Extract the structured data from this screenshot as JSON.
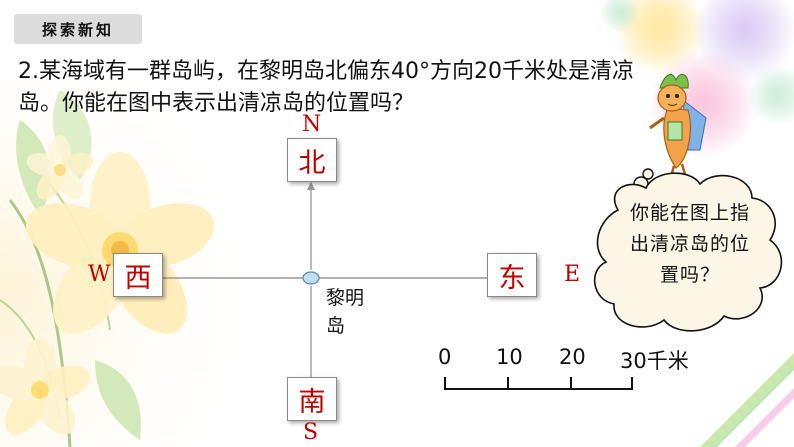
{
  "header": {
    "tag_label": "探索新知"
  },
  "question": {
    "text": "2.某海域有一群岛屿，在黎明岛北偏东40°方向20千米处是清凉岛。你能在图中表示出清凉岛的位置吗？"
  },
  "compass": {
    "north": {
      "char": "北",
      "letter": "N"
    },
    "south": {
      "char": "南",
      "letter": "S"
    },
    "west": {
      "char": "西",
      "letter": "W"
    },
    "east": {
      "char": "东",
      "letter": "E"
    }
  },
  "island": {
    "label": "黎明岛"
  },
  "scale_bar": {
    "ticks": [
      "0",
      "10",
      "20",
      "30千米"
    ],
    "values": [
      0,
      10,
      20,
      30
    ],
    "unit": "千米"
  },
  "speech_bubble": {
    "text": "你能在图上指出清凉岛的位置吗？"
  },
  "colors": {
    "direction_text": "#c00000",
    "tag_background": "#dcdcdc",
    "island_fill": "#bfe0f0",
    "axis_line": "#999999"
  }
}
